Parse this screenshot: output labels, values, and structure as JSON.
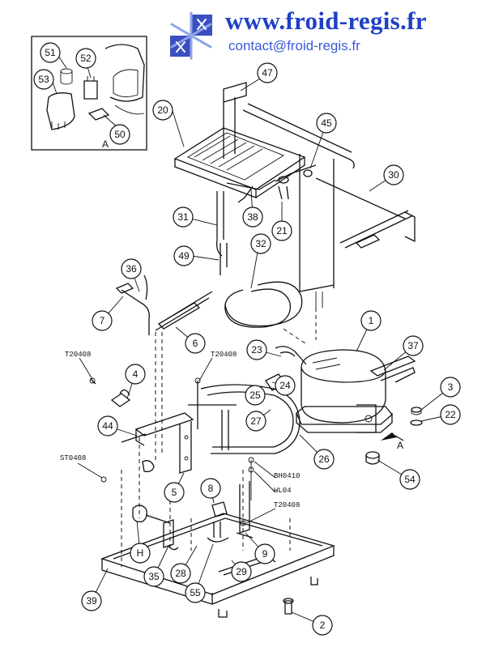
{
  "header": {
    "site_url": "www.froid-regis.fr",
    "contact": "contact@froid-regis.fr",
    "logo_icon": "snowflake-logo-icon"
  },
  "inset": {
    "label": "A"
  },
  "arrow_label": "A",
  "callouts": [
    "51",
    "52",
    "53",
    "50",
    "47",
    "20",
    "45",
    "30",
    "31",
    "38",
    "21",
    "32",
    "49",
    "36",
    "7",
    "6",
    "1",
    "23",
    "37",
    "4",
    "24",
    "25",
    "27",
    "3",
    "22",
    "44",
    "26",
    "5",
    "8",
    "9",
    "29",
    "55",
    "28",
    "35",
    "H",
    "39",
    "54",
    "2"
  ],
  "part_codes": [
    "T20408",
    "T20408",
    "ST0408",
    "BH0410",
    "WL04",
    "T20408"
  ]
}
